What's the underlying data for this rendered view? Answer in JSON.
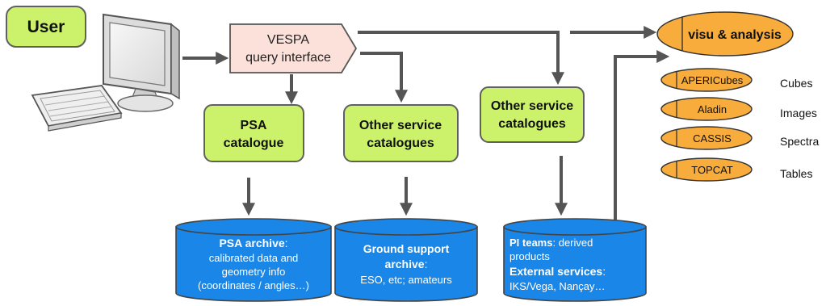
{
  "user_label": "User",
  "vespa": {
    "line1": "VESPA",
    "line2": "query interface"
  },
  "psa_catalogue": {
    "line1": "PSA",
    "line2": "catalogue"
  },
  "other_catalogues_1": {
    "line1": "Other service",
    "line2": "catalogues"
  },
  "other_catalogues_2": {
    "line1": "Other service",
    "line2": "catalogues"
  },
  "psa_archive": {
    "title": "PSA archive",
    "title_suffix": ":",
    "line2": "calibrated data and",
    "line3": "geometry info",
    "line4": "(coordinates / angles…)"
  },
  "ground_archive": {
    "line1": "Ground support",
    "line2": "archive",
    "line2_suffix": ":",
    "line3": "ESO, etc; amateurs"
  },
  "pi_archive": {
    "bold1": "PI teams",
    "line1_rest": ": derived",
    "line2": "products",
    "bold3": "External services",
    "line3_rest": ":",
    "line4": "IKS/Vega, Nançay…"
  },
  "visu": {
    "label": "visu & analysis"
  },
  "tools": [
    {
      "name": "APERICubes",
      "type_label": "Cubes"
    },
    {
      "name": "Aladin",
      "type_label": "Images"
    },
    {
      "name": "CASSIS",
      "type_label": "Spectra"
    },
    {
      "name": "TOPCAT",
      "type_label": "Tables"
    }
  ],
  "colors": {
    "catalogue_green": "#ccf26b",
    "archive_blue": "#1a86e8",
    "tool_orange": "#f7ac3c",
    "vespa_pink": "#fbe1da"
  }
}
